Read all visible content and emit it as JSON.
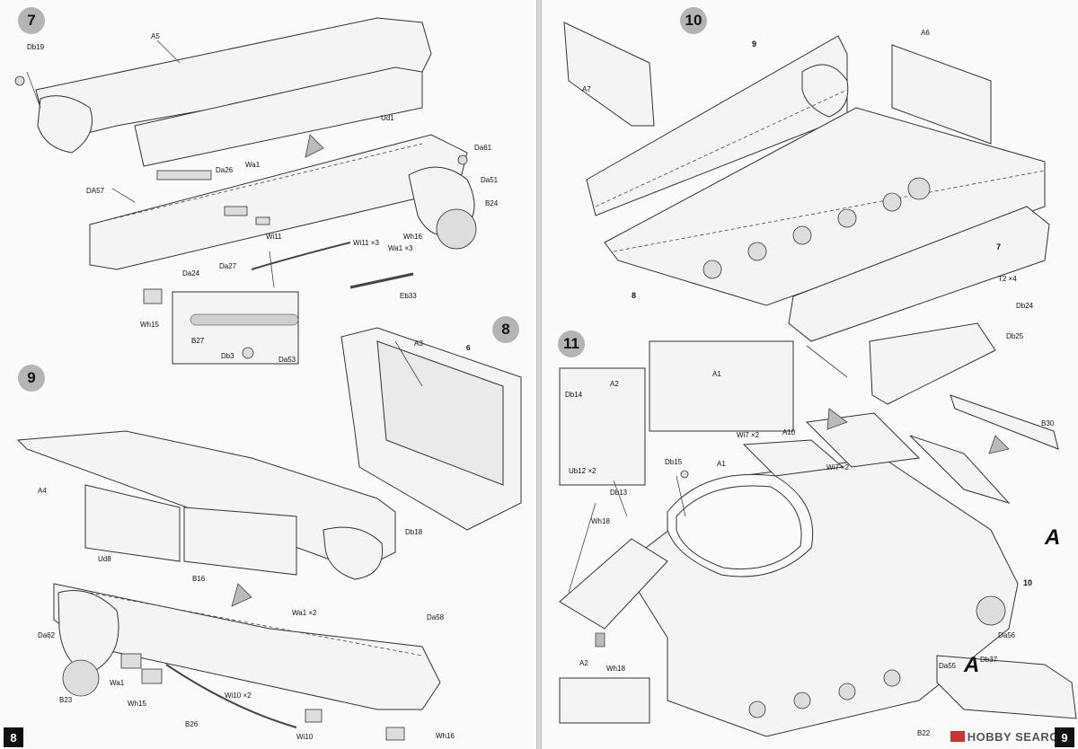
{
  "left_page": {
    "page_number": "8",
    "steps": {
      "s7": "7",
      "s8": "8",
      "s9": "9"
    },
    "labels": {
      "db19": "Db19",
      "a5": "A5",
      "ud1": "Ud1",
      "da26": "Da26",
      "wa1": "Wa1",
      "da61": "Da61",
      "da57": "DA57",
      "da51": "Da51",
      "b24": "B24",
      "wi11": "Wi11",
      "wh16": "Wh16",
      "wi11x3": "Wi11 ×3",
      "wa1x3": "Wa1 ×3",
      "da24": "Da24",
      "da27": "Da27",
      "eb33": "Eb33",
      "wh15": "Wh15",
      "b27": "B27",
      "db3": "Db3",
      "da53": "Da53",
      "a3": "A3",
      "six": "6",
      "db18": "Db18",
      "a4": "A4",
      "ud8": "Ud8",
      "b16": "B16",
      "wa1x2": "Wa1 ×2",
      "da58": "Da58",
      "da62": "Da62",
      "b23": "B23",
      "wa1b": "Wa1",
      "wh15b": "Wh15",
      "wi10x2": "Wi10 ×2",
      "b26": "B26",
      "wi10": "Wi10",
      "wh16b": "Wh16"
    }
  },
  "right_page": {
    "page_number": "9",
    "steps": {
      "s10": "10",
      "s11": "11"
    },
    "labels": {
      "a7": "A7",
      "nine": "9",
      "a6": "A6",
      "seven": "7",
      "eight": "8",
      "t2x4": "T2 ×4",
      "db24": "Db24",
      "db25": "Db25",
      "db14": "Db14",
      "a2": "A2",
      "a1": "A1",
      "a1b": "A1",
      "ub12x2": "Ub12 ×2",
      "db15": "Db15",
      "wi7x2": "Wi7 ×2",
      "a10": "A10",
      "wi7x2b": "Wi7 ×2",
      "b30": "B30",
      "db13": "Db13",
      "wh18": "Wh18",
      "wh18b": "Wh18",
      "a2b": "A2",
      "ten_ref": "10",
      "da56": "Da56",
      "da55": "Da55",
      "db37": "Db37",
      "b22": "B22"
    },
    "big_letters": {
      "a_top": "A",
      "a_bottom": "A"
    }
  },
  "watermark": {
    "text": "HOBBY SEARCH"
  }
}
